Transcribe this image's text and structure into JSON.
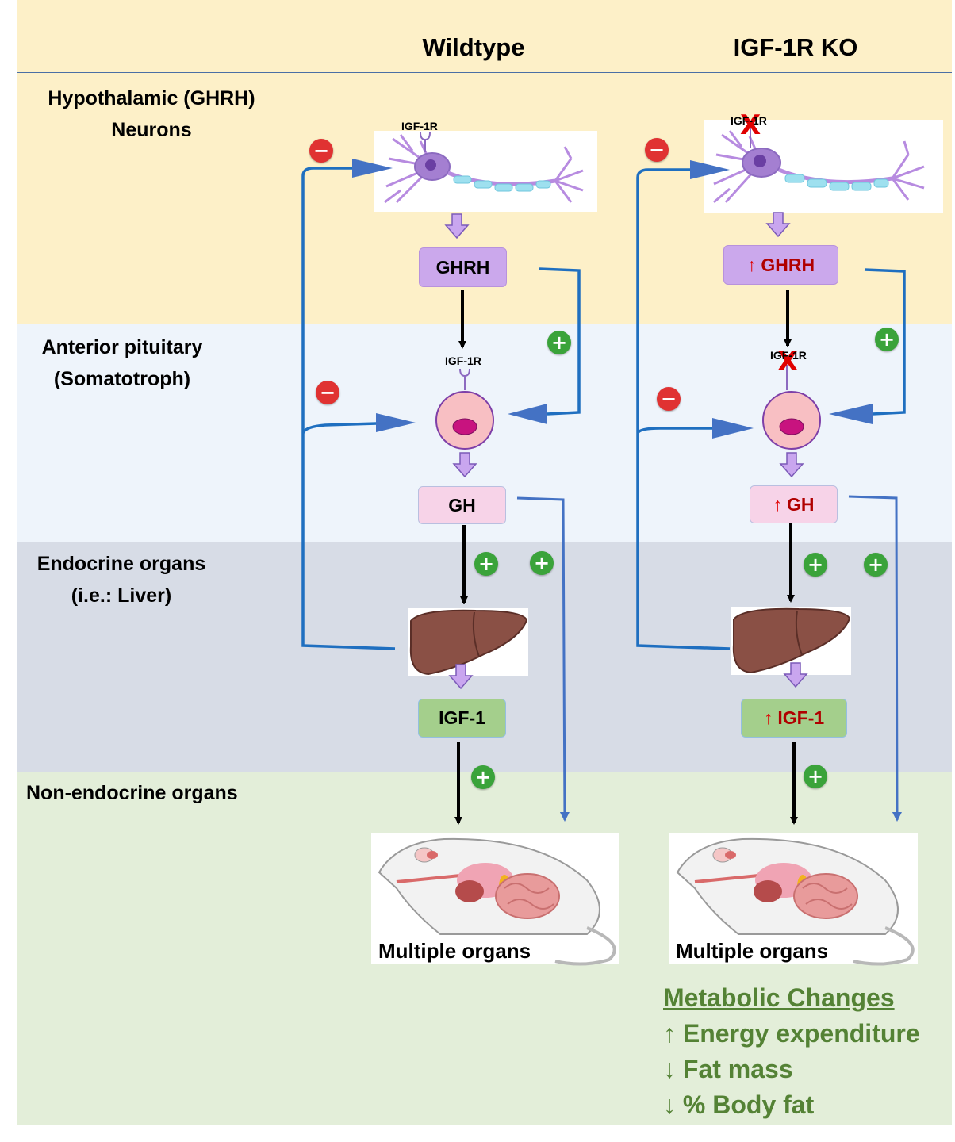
{
  "columns": {
    "wildtype": "Wildtype",
    "ko": "IGF-1R KO"
  },
  "rows": {
    "hypothalamic": [
      "Hypothalamic (GHRH)",
      "Neurons"
    ],
    "pituitary": [
      "Anterior pituitary",
      "(Somatotroph)"
    ],
    "endocrine": [
      "Endocrine organs",
      "(i.e.: Liver)"
    ],
    "non_endocrine": "Non-endocrine organs"
  },
  "wildtype": {
    "receptor_label": "IGF-1R",
    "ghrh": "GHRH",
    "gh": "GH",
    "igf1": "IGF-1",
    "organs_caption": "Multiple organs"
  },
  "ko": {
    "receptor_label": "IGF-1R",
    "knockout_mark": "X",
    "up_symbol": "↑",
    "ghrh": "GHRH",
    "gh": "GH",
    "igf1": "IGF-1",
    "organs_caption": "Multiple organs"
  },
  "signs": {
    "positive": "+",
    "negative": "−"
  },
  "metabolic": {
    "title": "Metabolic Changes",
    "items": [
      {
        "arrow": "↑",
        "text": "Energy expenditure"
      },
      {
        "arrow": "↓",
        "text": "Fat mass"
      },
      {
        "arrow": "↓",
        "text": "% Body fat"
      }
    ]
  },
  "colors": {
    "feedback_line": "#1f6fc0",
    "gh_line": "#4472c4",
    "negative_sign": "#e03232",
    "positive_sign": "#3aa33a",
    "metabolic_text": "#548235",
    "ghrh_box": "#cba8ec",
    "gh_box": "#f7d3e8",
    "igf1_box": "#a4cf8c"
  }
}
